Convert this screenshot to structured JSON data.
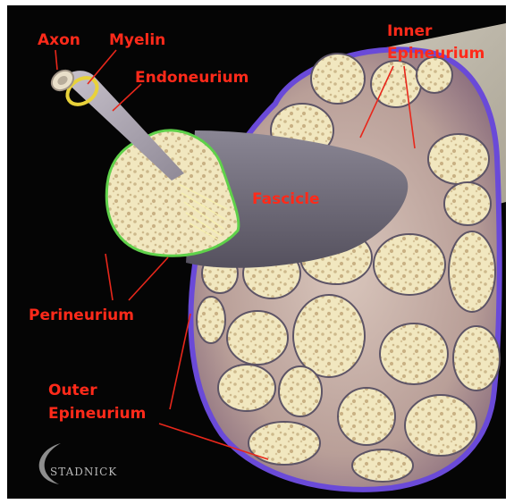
{
  "labels": {
    "axon": "Axon",
    "myelin": "Myelin",
    "endoneurium": "Endoneurium",
    "inner_epineurium_line1": "Inner",
    "inner_epineurium_line2": "Epineurium",
    "fascicle": "Fascicle",
    "perineurium": "Perineurium",
    "outer_epineurium_line1": "Outer",
    "outer_epineurium_line2": "Epineurium"
  },
  "watermark": "STADNICK",
  "colors": {
    "label": "#ff2a1a",
    "background": "#050505",
    "outer_epineurium": "#6a4ad8",
    "perineurium": "#5fd14a",
    "myelin": "#e8d23a",
    "fascicle_fill": "#f1e7bf",
    "fascicle_speckle": "#cdb98c",
    "fascicle_sleeve": "#6e6a78"
  }
}
